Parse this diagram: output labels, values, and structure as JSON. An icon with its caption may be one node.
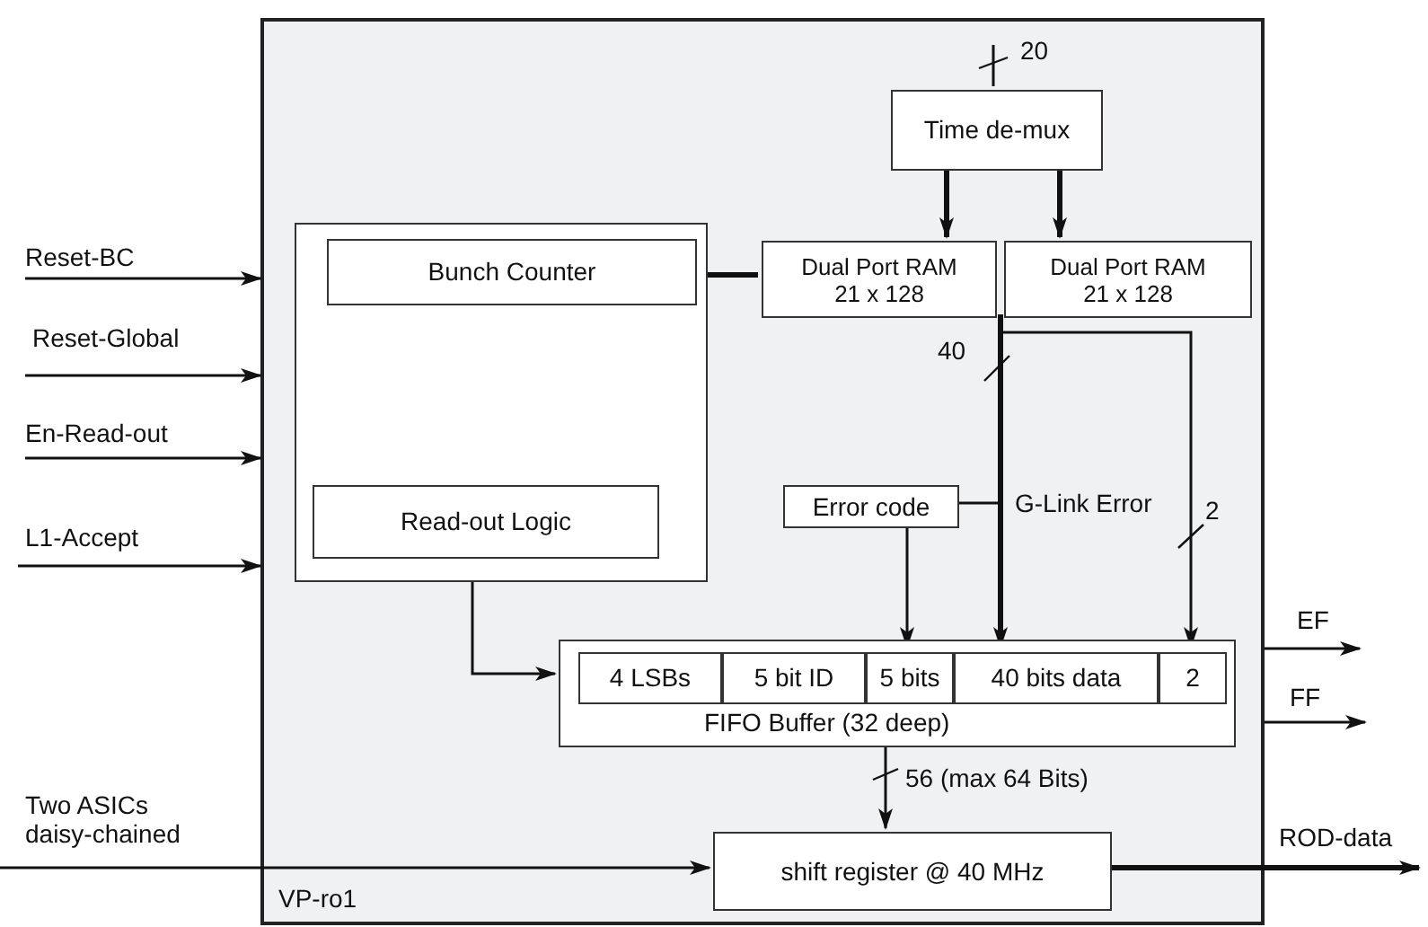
{
  "diagram": {
    "nodes": [
      {
        "text": [
          "VP-ro1"
        ]
      },
      {
        "text": [],
        "shape": "box",
        "in": 0
      },
      {
        "text": [
          "Bunch Counter"
        ],
        "in": 1
      },
      {
        "text": [
          "Read-out Logic"
        ],
        "in": 1
      },
      {
        "text": [
          "Time de-mux"
        ],
        "in": 0
      },
      {
        "text": [
          "Dual Port RAM 21 x 128"
        ],
        "in": 0
      },
      {
        "text": [
          "Dual Port RAM 21 x 128"
        ],
        "in": 0
      },
      {
        "text": [
          "Error code"
        ],
        "in": 0
      },
      {
        "text": [
          "FIFO Buffer (32 deep)"
        ],
        "in": 0
      },
      {
        "text": [
          "4 LSBs"
        ],
        "in": 8
      },
      {
        "text": [
          "5 bit ID"
        ],
        "in": 8
      },
      {
        "text": [
          "5 bits"
        ],
        "in": 8
      },
      {
        "text": [
          "40 bits data"
        ],
        "in": 8
      },
      {
        "text": [
          "2"
        ],
        "in": 8
      },
      {
        "text": [
          "shift register @ 40 MHz"
        ],
        "in": 0
      }
    ],
    "edges": [
      {
        "from": null,
        "to": 4,
        "arrow": "none",
        "label": "20"
      },
      {
        "from": 4,
        "to": 5,
        "arrow": "to",
        "style": "thick"
      },
      {
        "from": 4,
        "to": 6,
        "arrow": "to",
        "style": "thick"
      },
      {
        "from": 2,
        "to": 5,
        "arrow": "none",
        "style": "thick"
      },
      {
        "from": 6,
        "to": 12,
        "arrow": "to",
        "style": "thick",
        "label": "40"
      },
      {
        "from": 6,
        "to": 13,
        "arrow": "to",
        "label": "2"
      },
      {
        "from": 6,
        "to": 7,
        "arrow": "none"
      },
      {
        "from": 7,
        "to": 11,
        "arrow": "to"
      },
      {
        "from": 3,
        "to": 8,
        "arrow": "to"
      },
      {
        "from": 8,
        "to": 14,
        "arrow": "to",
        "label": "56 (max 64 Bits)"
      },
      {
        "from": null,
        "to": 0,
        "arrow": "to",
        "label": "Reset-BC"
      },
      {
        "from": null,
        "to": 0,
        "arrow": "to",
        "label": "Reset-Global"
      },
      {
        "from": null,
        "to": 0,
        "arrow": "to",
        "label": "En-Read-out"
      },
      {
        "from": null,
        "to": 0,
        "arrow": "to",
        "label": "L1-Accept"
      },
      {
        "from": null,
        "to": 14,
        "arrow": "to",
        "label": "Two ASICs daisy-chained"
      },
      {
        "from": 14,
        "to": null,
        "arrow": "to",
        "style": "thick",
        "label": "ROD-data"
      },
      {
        "from": 0,
        "to": null,
        "arrow": "to",
        "label": "EF"
      },
      {
        "from": 0,
        "to": null,
        "arrow": "to",
        "label": "FF"
      }
    ],
    "labels": [
      "G-Link Error"
    ]
  }
}
